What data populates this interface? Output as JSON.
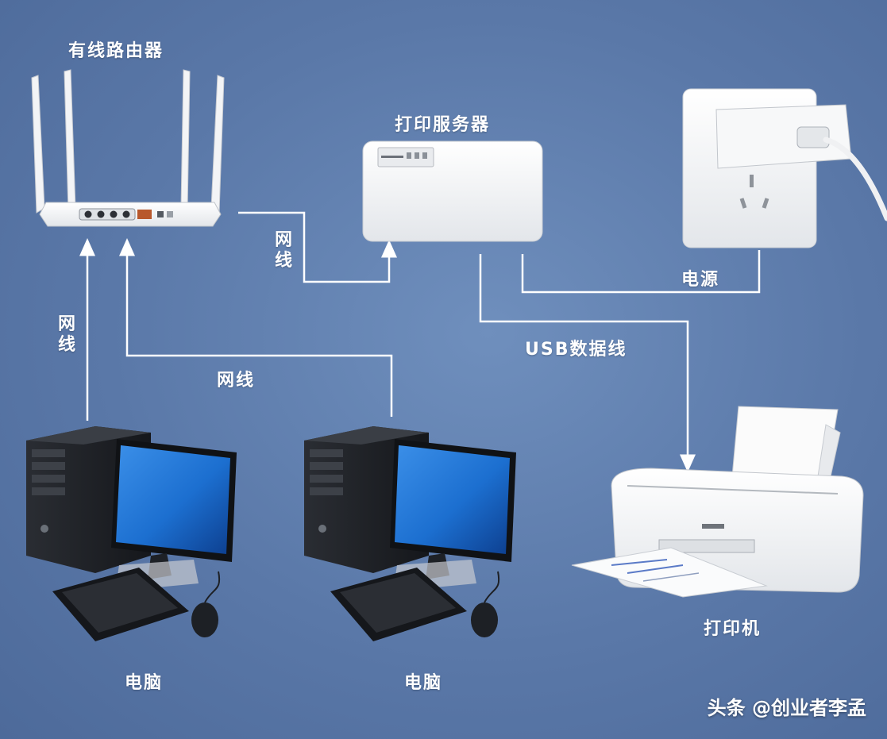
{
  "labels": {
    "router": "有线路由器",
    "print_server": "打印服务器",
    "power": "电源",
    "printer": "打印机",
    "computer_left": "电脑",
    "computer_right": "电脑",
    "cable_router_server": "网线",
    "cable_left_vertical": "网线",
    "cable_computer_right": "网线",
    "usb_cable": "USB数据线"
  },
  "watermark": "头条 @创业者李孟",
  "colors": {
    "background": "#5a78a8",
    "connector_line": "#ffffff",
    "device_white": "#f4f4f4",
    "monitor_screen": "#1c6fd0"
  }
}
